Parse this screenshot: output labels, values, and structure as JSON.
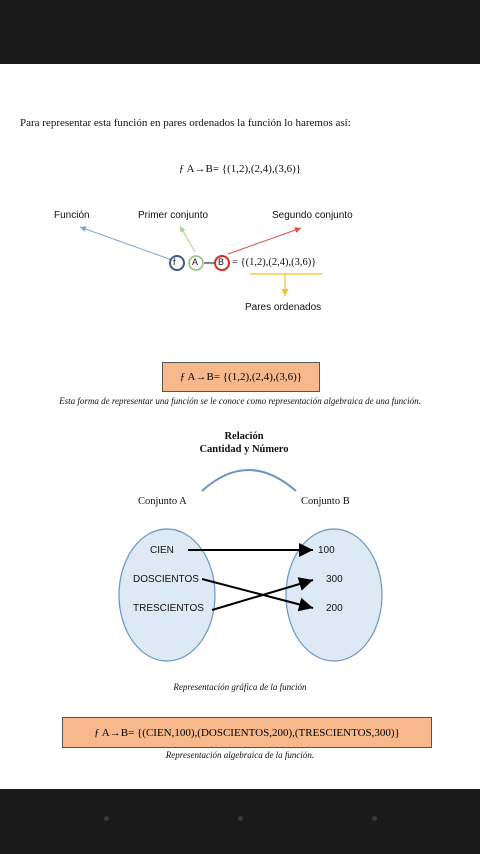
{
  "intro_text": "Para representar esta función  en pares ordenados la función lo haremos así:",
  "equation_main": "ƒ A→B= {(1,2),(2,4),(3,6)}",
  "diagram1": {
    "label_funcion": "Función",
    "label_primer": "Primer conjunto",
    "label_segundo": "Segundo conjunto",
    "circle_f": "f",
    "circle_a": "A",
    "circle_b": "B",
    "pairs_text": "= {(1,2),(2,4),(3,6)}",
    "label_pares": "Pares ordenados"
  },
  "boxed_equation": "ƒ A→B= {(1,2),(2,4),(3,6)}",
  "note_algebraic": "Esta forma de representar una función se le conoce como representación algebraica de una función.",
  "relation_title": "Relación",
  "relation_subtitle": "Cantidad y Número",
  "set_a_label": "Conjunto A",
  "set_b_label": "Conjunto B",
  "set_a_items": [
    "CIEN",
    "DOSCIENTOS",
    "TRESCIENTOS"
  ],
  "set_b_items": [
    "100",
    "300",
    "200"
  ],
  "caption_graphic": "Representación gráfica de la función",
  "boxed_equation_2": "ƒ A→B= {(CIEN,100),(DOSCIENTOS,200),(TRESCIENTOS,300)}",
  "caption_algebraic": "Representación  algebraica de la función.",
  "colors": {
    "box_fill": "#f7b98c",
    "ellipse_fill": "#dde9f4",
    "ellipse_stroke": "#6b94c0",
    "arrow_blue": "#7ea6d1",
    "arrow_green": "#a8d08d",
    "arrow_red": "#e24a3b",
    "arrow_yellow": "#f2c12e"
  }
}
